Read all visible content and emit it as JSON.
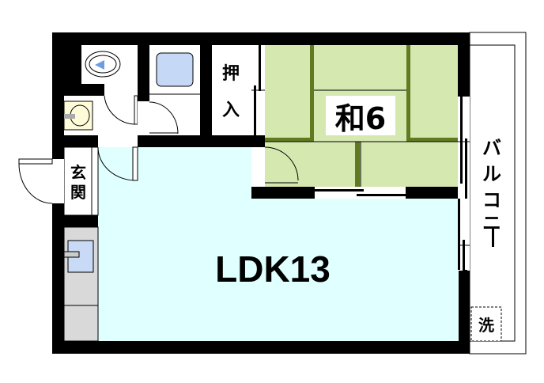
{
  "plan": {
    "ldk_label": "LDK13",
    "washitsu_label": "和6",
    "closet_label_1": "押",
    "closet_label_2": "入",
    "entrance_label_1": "玄",
    "entrance_label_2": "関",
    "balcony_label": [
      "バ",
      "ル",
      "コ",
      "ニ",
      "ー"
    ],
    "laundry_label": "洗"
  },
  "colors": {
    "wall": "#000000",
    "ldk_floor": "#e0ffff",
    "tatami": "#d5e8b0",
    "tatami_edge": "#5f7a1f",
    "bath": "#c5d8f5",
    "kitchen": "#d9d9d9"
  }
}
